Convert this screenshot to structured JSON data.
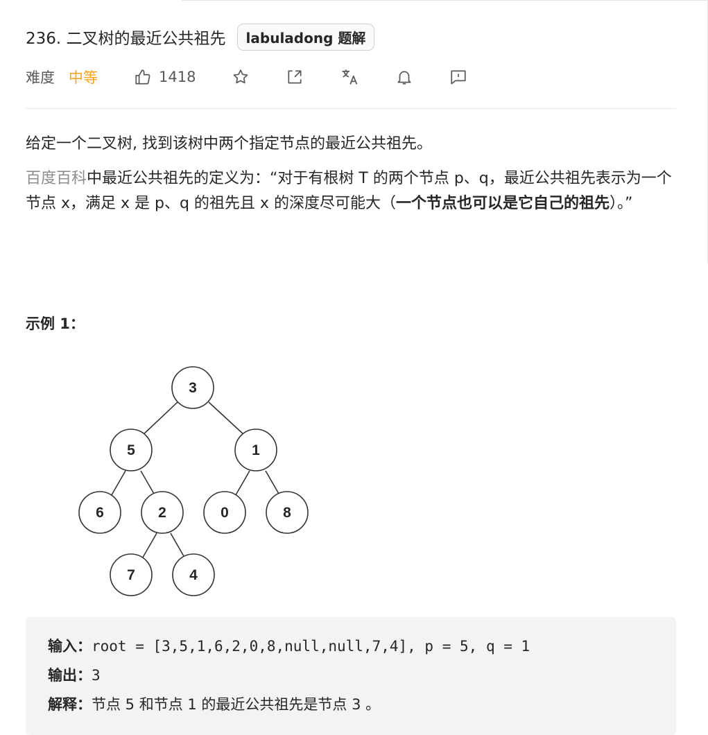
{
  "problem": {
    "title": "236. 二叉树的最近公共祖先",
    "badge": "labuladong 题解"
  },
  "meta": {
    "difficulty_label": "难度",
    "difficulty": "中等",
    "likes": "1418",
    "difficulty_color": "#ffa116"
  },
  "description": {
    "p1": "给定一个二叉树, 找到该树中两个指定节点的最近公共祖先。",
    "p2_link": "百度百科",
    "p2_text": "中最近公共祖先的定义为：“对于有根树 T 的两个节点 p、q，最近公共祖先表示为一个节点 x，满足 x 是 p、q 的祖先且 x 的深度尽可能大（",
    "p2_bold": "一个节点也可以是它自己的祖先",
    "p2_end": "）。”"
  },
  "example": {
    "title": "示例 1：",
    "tree_nodes": [
      "3",
      "5",
      "1",
      "6",
      "2",
      "0",
      "8",
      "7",
      "4"
    ],
    "input_label": "输入：",
    "input_value": "root = [3,5,1,6,2,0,8,null,null,7,4], p = 5, q = 1",
    "output_label": "输出：",
    "output_value": "3",
    "explain_label": "解释：",
    "explain_value": "节点 5 和节点 1 的最近公共祖先是节点 3 。"
  }
}
